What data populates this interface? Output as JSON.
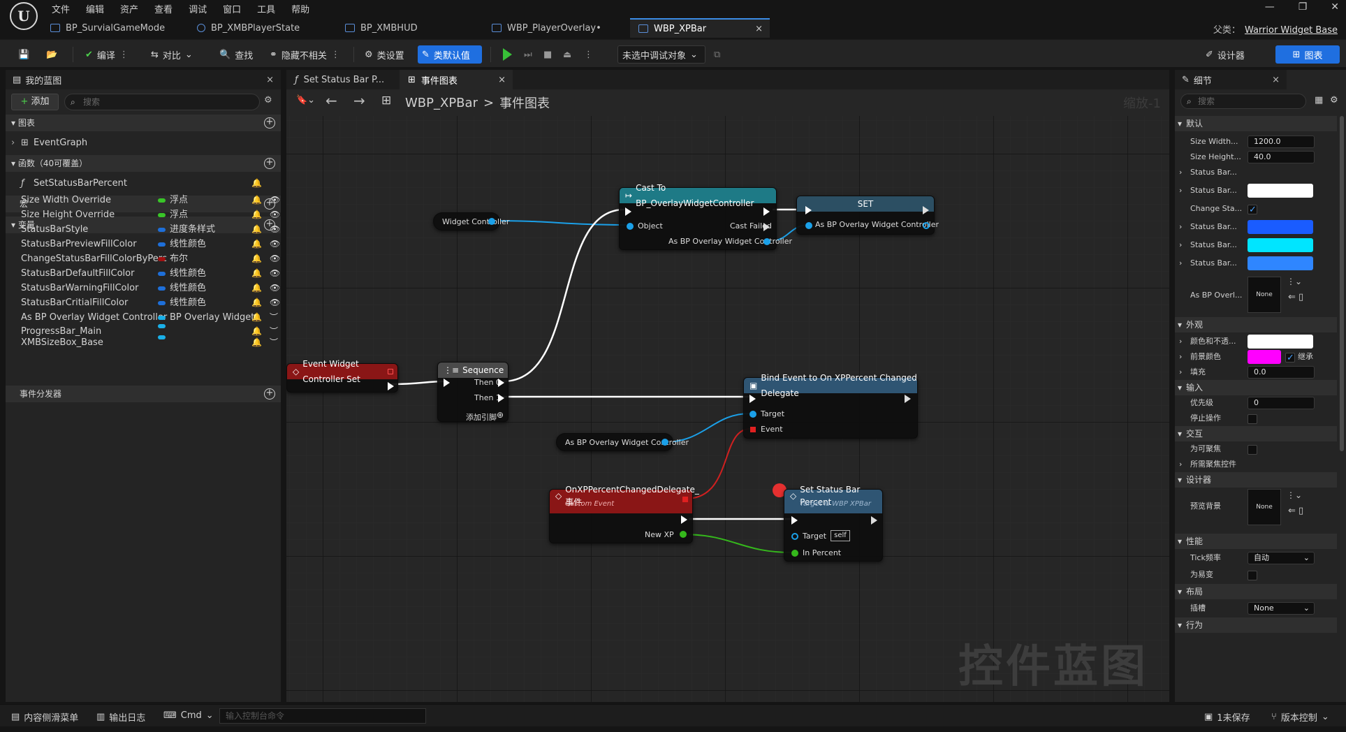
{
  "menu": [
    "文件",
    "编辑",
    "资产",
    "查看",
    "调试",
    "窗口",
    "工具",
    "帮助"
  ],
  "doc_tabs": [
    {
      "label": "BP_SurvialGameMode"
    },
    {
      "label": "BP_XMBPlayerState"
    },
    {
      "label": "BP_XMBHUD"
    },
    {
      "label": "WBP_PlayerOverlay•"
    },
    {
      "label": "WBP_XPBar",
      "close": "×"
    }
  ],
  "parent_class": {
    "label": "父类：",
    "value": "Warrior Widget Base"
  },
  "toolbar": {
    "compile": "编译",
    "diff": "对比",
    "find": "查找",
    "hide_unrelated": "隐藏不相关",
    "class_settings": "类设置",
    "class_defaults": "类默认值",
    "debug_object": "未选中调试对象",
    "designer": "设计器",
    "graph": "图表"
  },
  "my_blueprint": {
    "tab": "我的蓝图",
    "add": "添加",
    "search_placeholder": "搜索",
    "sections": {
      "graphs": "图表",
      "functions": "函数（40可覆盖）",
      "macros": "宏",
      "variables": "变量",
      "dispatchers": "事件分发器"
    },
    "graphs": [
      "EventGraph"
    ],
    "functions": [
      "SetStatusBarPercent"
    ],
    "variables": [
      {
        "name": "Size Width Override",
        "type": "浮点",
        "color": "#39c528",
        "eye": true
      },
      {
        "name": "Size Height Override",
        "type": "浮点",
        "color": "#39c528",
        "eye": true
      },
      {
        "name": "StatusBarStyle",
        "type": "进度条样式",
        "color": "#1e6fd9",
        "eye": true
      },
      {
        "name": "StatusBarPreviewFillColor",
        "type": "线性颜色",
        "color": "#1e6fd9",
        "eye": true
      },
      {
        "name": "ChangeStatusBarFillColorByPerc",
        "type": "布尔",
        "color": "#a01010",
        "eye": true
      },
      {
        "name": "StatusBarDefaultFillColor",
        "type": "线性颜色",
        "color": "#1e6fd9",
        "eye": true
      },
      {
        "name": "StatusBarWarningFillColor",
        "type": "线性颜色",
        "color": "#1e6fd9",
        "eye": true
      },
      {
        "name": "StatusBarCritialFillColor",
        "type": "线性颜色",
        "color": "#1e6fd9",
        "eye": true
      },
      {
        "name": "As BP Overlay Widget Controller",
        "type": "BP Overlay Widget",
        "color": "#1ab0e8",
        "eye": false
      },
      {
        "name": "ProgressBar_Main",
        "type": "",
        "color": "#1ab0e8",
        "eye": false
      },
      {
        "name": "XMBSizeBox_Base",
        "type": "",
        "color": "#1ab0e8",
        "eye": false
      }
    ]
  },
  "graph_tabs": [
    {
      "label": "Set Status Bar P..."
    },
    {
      "label": "事件图表",
      "close": "×"
    }
  ],
  "breadcrumb": {
    "asset": "WBP_XPBar",
    "sep": ">",
    "graph": "事件图表"
  },
  "zoom": "缩放-1",
  "watermark": "控件蓝图",
  "nodes": {
    "widget_controller": "Widget Controller",
    "cast": {
      "title": "Cast To BP_OverlayWidgetController",
      "object": "Object",
      "failed": "Cast Failed",
      "as": "As BP Overlay Widget Controller"
    },
    "set": {
      "title": "SET",
      "pin": "As BP Overlay Widget Controller"
    },
    "event_set": {
      "title": "Event Widget Controller Set"
    },
    "sequence": {
      "title": "Sequence",
      "then0": "Then 0",
      "then1": "Then 1",
      "add_pin": "添加引脚"
    },
    "bind": {
      "title": "Bind Event to On XPPercent Changed Delegate",
      "target": "Target",
      "event": "Event"
    },
    "as_overlay": "As BP Overlay Widget Controller",
    "custom_event": {
      "title": "OnXPPercentChangedDelegate_事件",
      "subtitle": "Custom Event",
      "new_xp": "New XP"
    },
    "set_percent": {
      "title": "Set Status Bar Percent",
      "subtitle": "Target is WBP XPBar",
      "target": "Target",
      "self": "self",
      "in_percent": "In Percent"
    }
  },
  "details": {
    "tab": "细节",
    "search_placeholder": "搜索",
    "sections": {
      "default": "默认",
      "appearance": "外观",
      "input": "输入",
      "interaction": "交互",
      "designer": "设计器",
      "performance": "性能",
      "layout": "布局",
      "behavior": "行为"
    },
    "size_width_label": "Size Width...",
    "size_width": "1200.0",
    "size_height_label": "Size Height...",
    "size_height": "40.0",
    "status_bar_label": "Status Bar...",
    "change_sta_label": "Change Sta...",
    "as_bp_label": "As BP Overl...",
    "none": "None",
    "color_opacity": "颜色和不透...",
    "foreground": "前景颜色",
    "inherit": "继承",
    "padding": "填充",
    "padding_val": "0.0",
    "priority": "优先级",
    "priority_val": "0",
    "stop_action": "停止操作",
    "focusable": "为可聚焦",
    "focus_children": "所需聚焦控件",
    "preview_bg": "预览背景",
    "tick_freq": "Tick频率",
    "tick_val": "自动",
    "volatile": "为易变",
    "slot": "插槽",
    "slot_val": "None",
    "swatches": [
      "#ffffff",
      "#1a5cff",
      "#00e5ff",
      "#2f86ff"
    ],
    "fg_color": "#ff00ff"
  },
  "statusbar": {
    "drawer": "内容侧滑菜单",
    "output": "输出日志",
    "cmd": "Cmd",
    "console_placeholder": "输入控制台命令",
    "unsaved": "1未保存",
    "source_control": "版本控制"
  }
}
